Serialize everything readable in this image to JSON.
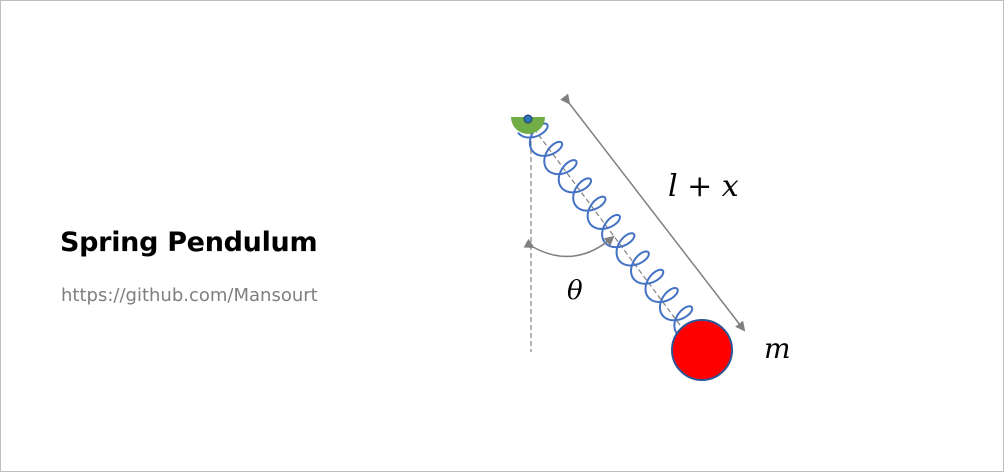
{
  "header": {
    "title": "Spring Pendulum",
    "subtitle": "https://github.com/Mansourt"
  },
  "diagram": {
    "length_label": "l + x",
    "angle_label": "θ",
    "mass_label": "m",
    "colors": {
      "spring": "#4472c4",
      "mass_fill": "#ff0000",
      "mass_stroke": "#2f5597",
      "pivot_fill": "#70ad47",
      "pivot_dot": "#2e75b6",
      "guide": "#808080",
      "frame": "#bfbfbf"
    }
  }
}
